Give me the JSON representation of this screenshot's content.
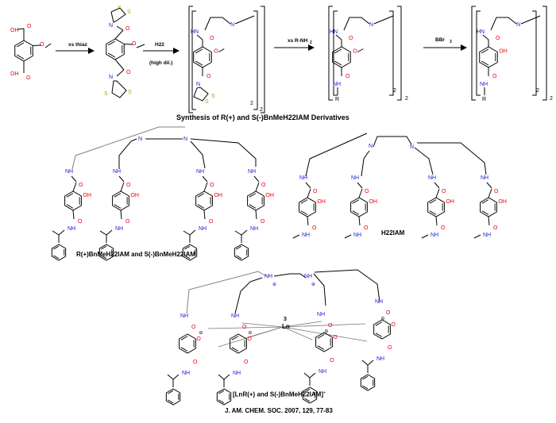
{
  "colors": {
    "bond": "#000000",
    "oxygen": "#e8000b",
    "nitrogen": "#1a1adb",
    "sulfur": "#b3a300",
    "linker": "#808080",
    "coord": "#777777"
  },
  "scheme": {
    "oh": "OH",
    "o": "O",
    "n": "N",
    "nh": "NH",
    "hn": "HN",
    "s": "S",
    "arrow1_label": "xs thiaz",
    "arrow2_label": "H22",
    "arrow2_sub": "(high dil.)",
    "arrow3_label": "xs R-NH",
    "arrow3_sub": "2",
    "arrow4_label": "BBr",
    "arrow4_sub": "3",
    "r_label": "R",
    "bracket_sub": "2",
    "title": "Synthesis of R(+) and S(-)BnMeH22IAM Derivatives"
  },
  "left_ligand": {
    "caption": "R(+)BnMeH22IAM and S(-)BnMeH22IAM"
  },
  "right_ligand": {
    "caption": "H22IAM"
  },
  "complex": {
    "ln": "Ln",
    "charge_num": "3",
    "minus": "⊖",
    "plus": "⊕",
    "caption": "[LnR(+) and S(-)BnMeH22IAM]",
    "caption_sup": "+",
    "citation": "J. AM. CHEM. SOC. 2007, 129, 77-83"
  }
}
